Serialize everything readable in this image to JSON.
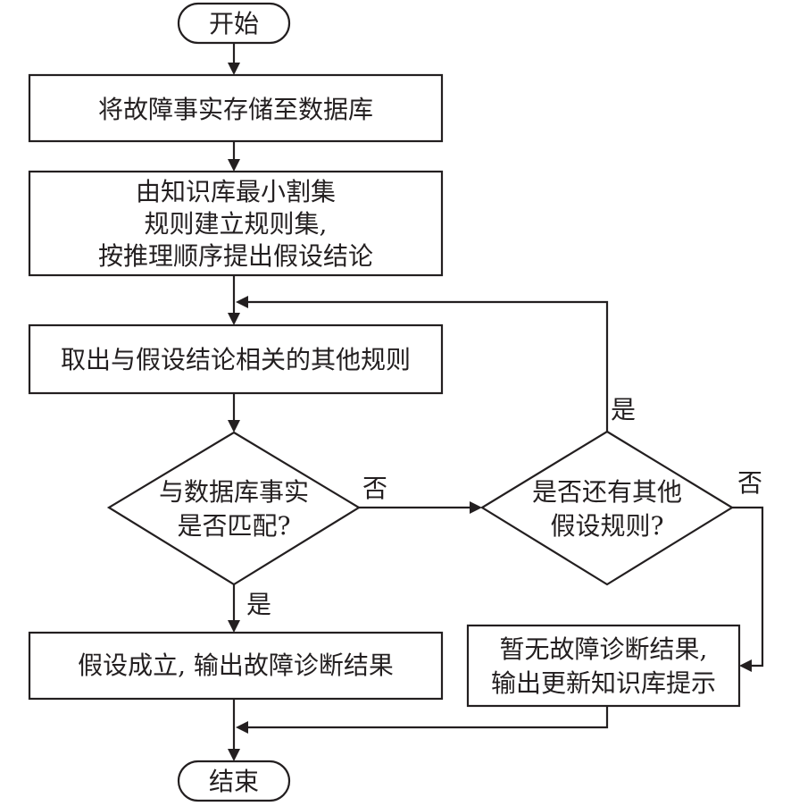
{
  "flowchart": {
    "start": "开始",
    "store_facts": "将故障事实存储至数据库",
    "build_rules": [
      "由知识库最小割集",
      "规则建立规则集,",
      "按推理顺序提出假设结论"
    ],
    "take_rules": "取出与假设结论相关的其他规则",
    "match_decision": [
      "与数据库事实",
      "是否匹配?"
    ],
    "other_hyp_decision": [
      "是否还有其他",
      "假设规则?"
    ],
    "hypothesis_true": "假设成立, 输出故障诊断结果",
    "no_result": [
      "暂无故障诊断结果,",
      "输出更新知识库提示"
    ],
    "end": "结束",
    "label_yes": "是",
    "label_no": "否"
  }
}
